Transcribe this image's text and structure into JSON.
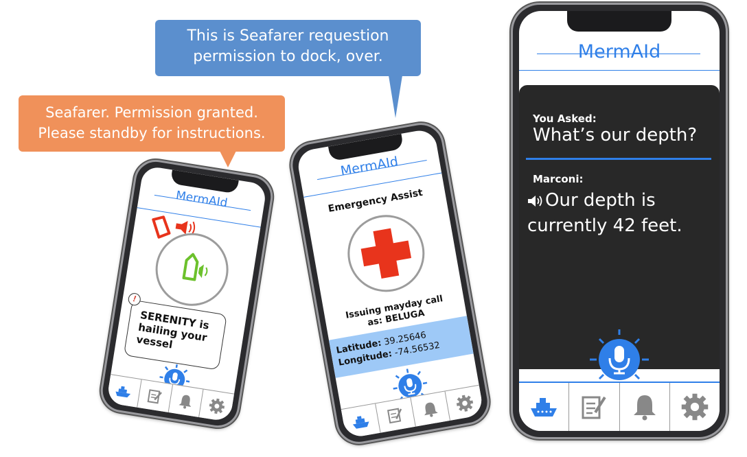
{
  "app": {
    "name": "MermAId"
  },
  "bubbles": {
    "ship_lines": [
      "This is Seafarer requestion",
      "permission to dock, over."
    ],
    "harbor_lines": [
      "Seafarer. Permission granted.",
      "Please standby for instructions."
    ]
  },
  "phone_assistant": {
    "you_asked_label": "You Asked:",
    "question": "What’s our depth?",
    "responder_label": "Marconi:",
    "answer": "Our depth is currently 42 feet."
  },
  "phone_emergency": {
    "title": "Emergency Assist",
    "mayday_line1": "Issuing mayday call",
    "mayday_line2": "as: BELUGA",
    "latitude_label": "Latitude:",
    "latitude_value": "39.25646",
    "longitude_label": "Longitude:",
    "longitude_value": "-74.56532"
  },
  "phone_hail": {
    "alert_symbol": "!",
    "hail_line1": "SERENITY is",
    "hail_line2": "hailing your",
    "hail_line3": "vessel"
  },
  "tabs": [
    {
      "icon": "ship-icon",
      "active": true
    },
    {
      "icon": "logbook-icon"
    },
    {
      "icon": "bell-icon"
    },
    {
      "icon": "gear-icon"
    }
  ],
  "colors": {
    "accent_blue": "#2f7fe8",
    "bubble_blue": "#5b8fce",
    "bubble_orange": "#f0915a",
    "emergency_red": "#e8341c",
    "vessel_green": "#6cc12c",
    "panel_dark": "#282828",
    "coords_band": "#9ec9f7"
  }
}
